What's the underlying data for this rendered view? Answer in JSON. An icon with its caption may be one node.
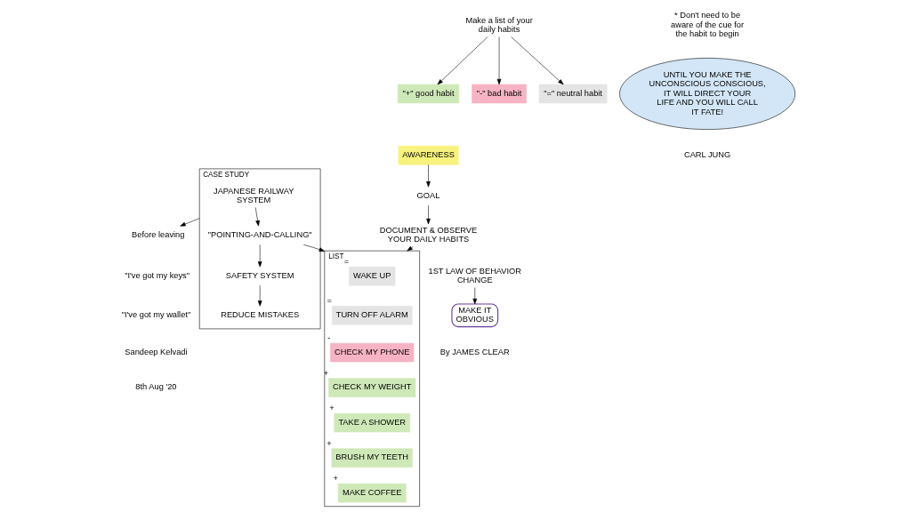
{
  "diagram": {
    "nodes": [
      {
        "text": [
          "Make a list of your daily habits"
        ]
      },
      {
        "text": [
          "\"+\" good habit"
        ]
      },
      {
        "text": [
          "\"-\" bad habit"
        ]
      },
      {
        "text": [
          "\"=\" neutral habit"
        ]
      },
      {
        "text": [
          "LIST"
        ]
      },
      {
        "text": [
          "WAKE UP"
        ],
        "in": 4,
        "beside": [
          "="
        ]
      },
      {
        "text": [
          "TURN OFF ALARM"
        ],
        "in": 4,
        "beside": [
          "="
        ]
      },
      {
        "text": [
          "CHECK MY PHONE"
        ],
        "in": 4,
        "beside": [
          "-"
        ]
      },
      {
        "text": [
          "CHECK MY WEIGHT"
        ],
        "in": 4,
        "beside": [
          "+"
        ]
      },
      {
        "text": [
          "TAKE A SHOWER"
        ],
        "in": 4,
        "beside": [
          "+"
        ]
      },
      {
        "text": [
          "BRUSH MY TEETH"
        ],
        "in": 4,
        "beside": [
          "+"
        ]
      },
      {
        "text": [
          "MAKE COFFEE"
        ],
        "in": 4,
        "beside": [
          "+"
        ]
      },
      {
        "text": [
          "CASE STUDY"
        ]
      },
      {
        "text": [
          "JAPANESE RAILWAY SYSTEM"
        ],
        "in": 12
      },
      {
        "text": [
          "\"POINTING-AND-CALLING\""
        ],
        "in": 12
      },
      {
        "text": [
          "SAFETY SYSTEM"
        ],
        "in": 12
      },
      {
        "text": [
          "REDUCE MISTAKES"
        ],
        "in": 12
      },
      {
        "text": [
          "UNTIL YOU MAKE THE UNCONSCIOUS CONSCIOUS, IT WILL DIRECT YOUR LIFE AND YOU WILL CALL IT FATE!"
        ]
      },
      {
        "text": [
          "CARL JUNG"
        ]
      },
      {
        "text": [
          "AWARENESS"
        ]
      },
      {
        "text": [
          "GOAL"
        ]
      },
      {
        "text": [
          "DOCUMENT & OBSERVE YOUR DAILY HABITS"
        ]
      },
      {
        "text": [
          "Before leaving"
        ]
      },
      {
        "text": [
          "1ST LAW OF BEHAVIOR CHANGE"
        ]
      },
      {
        "text": [
          "MAKE IT",
          "OBVIOUS"
        ]
      }
    ],
    "edges": [
      {
        "from": 0,
        "to": 1,
        "arrow": "to"
      },
      {
        "from": 0,
        "to": 2,
        "arrow": "to"
      },
      {
        "from": 0,
        "to": 3,
        "arrow": "to"
      },
      {
        "from": 14,
        "to": 4,
        "arrow": "to"
      },
      {
        "from": 13,
        "to": 14,
        "arrow": "to"
      },
      {
        "from": 14,
        "to": 15,
        "arrow": "to"
      },
      {
        "from": 15,
        "to": 16,
        "arrow": "to"
      },
      {
        "from": 12,
        "to": 22,
        "arrow": "to"
      },
      {
        "from": 19,
        "to": 20,
        "arrow": "to"
      },
      {
        "from": 20,
        "to": 21,
        "arrow": "to"
      },
      {
        "from": 21,
        "to": 4,
        "arrow": "to"
      },
      {
        "from": 23,
        "to": 24,
        "arrow": "to"
      }
    ],
    "labels": [
      "* Don't need to be aware of the cue for the habit to begin",
      "\"I've got my keys\"",
      "\"I've got my wallet\"",
      "By JAMES CLEAR",
      "Sandeep Kelvadi",
      "8th Aug '20"
    ]
  }
}
